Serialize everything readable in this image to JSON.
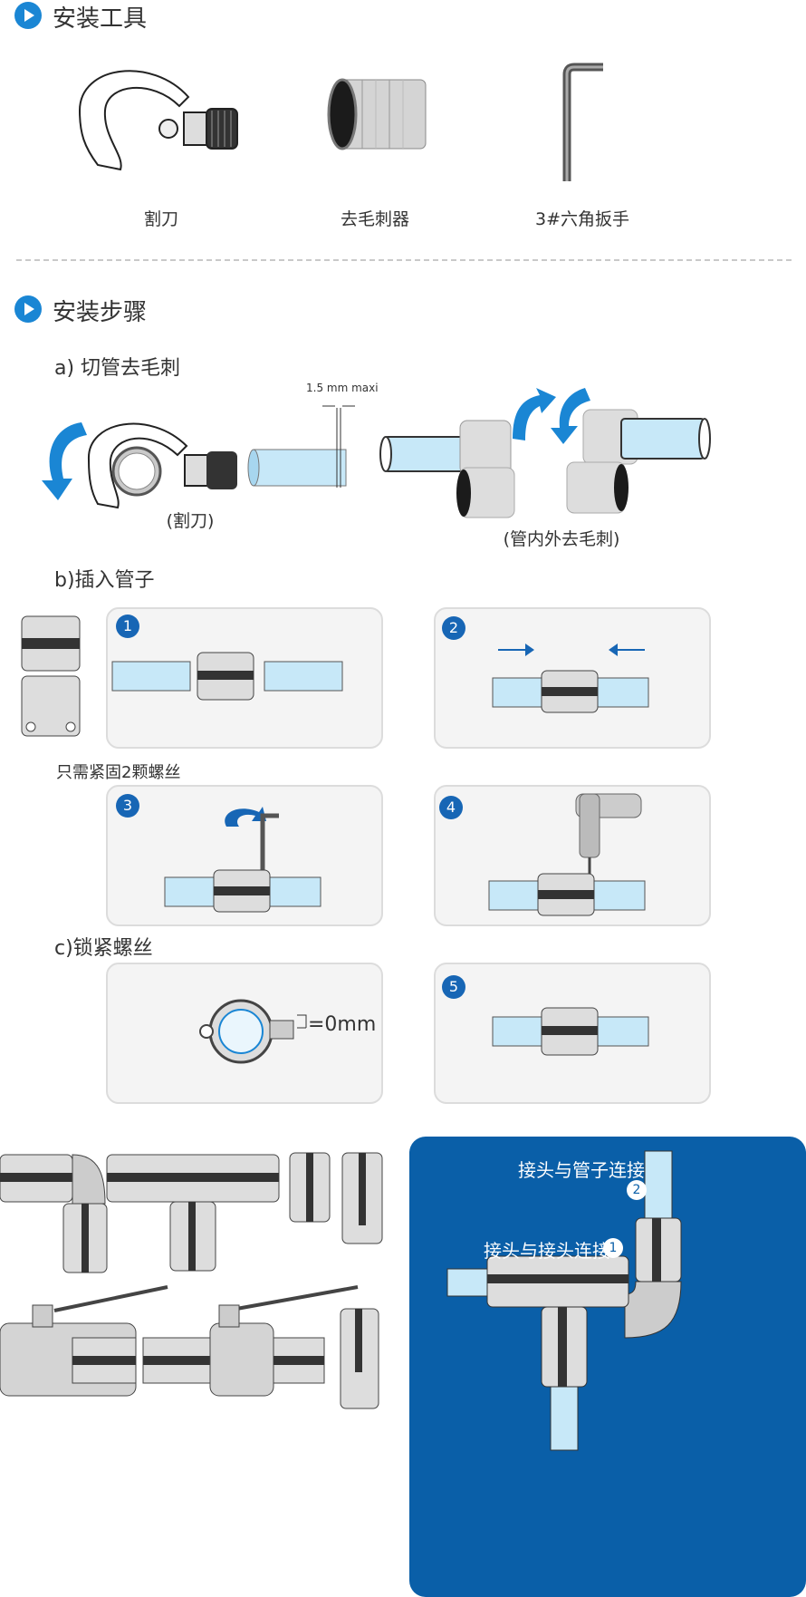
{
  "section_tools": {
    "title": "安装工具"
  },
  "tools": [
    {
      "label": "割刀"
    },
    {
      "label": "去毛刺器"
    },
    {
      "label": "3#六角扳手"
    }
  ],
  "section_steps": {
    "title": "安装步骤"
  },
  "step_a": {
    "title": "a) 切管去毛刺",
    "cutter_caption": "(割刀)",
    "measure": "1.5 mm maxi",
    "deburr_caption": "(管内外去毛刺)"
  },
  "step_b": {
    "title": "b)插入管子",
    "note": "只需紧固2颗螺丝"
  },
  "step_c": {
    "title": "c)锁紧螺丝",
    "gap": "=0mm"
  },
  "panels": [
    "1",
    "2",
    "3",
    "4",
    "5"
  ],
  "blue_box": {
    "label_top": "接头与管子连接",
    "label_top_num": "2",
    "label_mid": "接头与接头连接",
    "label_mid_num": "1"
  },
  "colors": {
    "accent": "#1a86d4",
    "panel_num": "#1766b5",
    "box": "#0a5fa8",
    "pipe": "#c7e8f8"
  }
}
